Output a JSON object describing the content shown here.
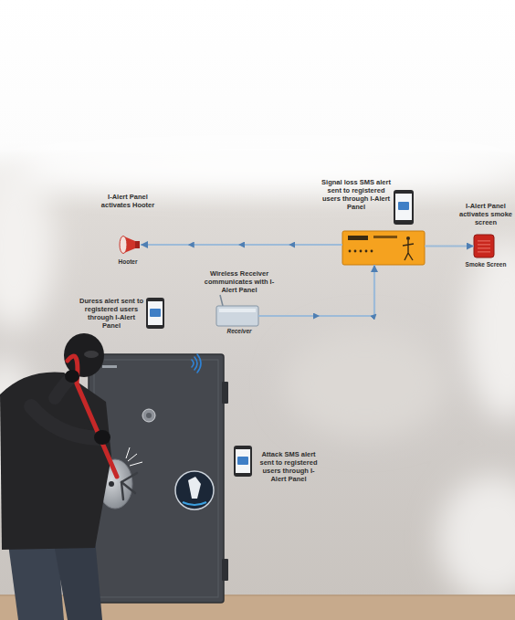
{
  "diagram": {
    "nodes": [
      {
        "text": [
          "I-Alert Panel activates Hooter",
          "Hooter"
        ]
      },
      {
        "text": [
          "Signal loss SMS alert sent to registered users through I-Alert Panel"
        ]
      },
      {
        "text": [
          "I-Alert Panel activates smoke screen",
          "Smoke Screen"
        ]
      },
      {
        "text": [
          "Wireless Receiver communicates with I-Alert Panel",
          "Receiver"
        ]
      }
    ],
    "edges": [
      {
        "from": 1,
        "to": 0,
        "arrow": "to"
      },
      {
        "from": 1,
        "to": 2,
        "arrow": "to"
      },
      {
        "from": 3,
        "to": 1,
        "arrow": "to"
      }
    ],
    "labels": [
      "Duress alert sent to registered users through I-Alert Panel",
      "Attack SMS alert sent to registered users through I-Alert Panel"
    ]
  }
}
